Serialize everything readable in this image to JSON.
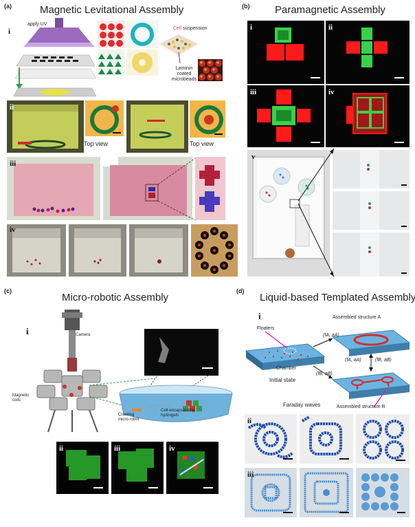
{
  "panels": {
    "a": {
      "label": "(a)",
      "title": "Magnetic Levitational Assembly",
      "sub": [
        "i",
        "ii",
        "iii",
        "iv"
      ],
      "annotations": {
        "apply_uv": "apply UV",
        "cell_word": "Cell",
        "suspension_word": " suspension",
        "laminin": "Laminin\ncoated\nmicrobeads",
        "top_view_1": "Top view",
        "top_view_2": "Top view"
      }
    },
    "b": {
      "label": "(b)",
      "title": "Paramagnetic Assembly",
      "sub": [
        "i",
        "ii",
        "iii",
        "iv",
        "v"
      ]
    },
    "c": {
      "label": "(c)",
      "title": "Micro-robotic Assembly",
      "sub": [
        "i",
        "ii",
        "iii",
        "iv"
      ],
      "annotations": {
        "camera": "Camera",
        "magnetic_coils": "Magnetic\ncoils",
        "crawling": "Crawling\nmicro-robot",
        "hydrogels": "Cell-encapsulating\nhydrogels"
      }
    },
    "d": {
      "label": "(d)",
      "title": "Liquid-based Templated Assembly",
      "sub": [
        "i",
        "ii",
        "iii"
      ],
      "annotations": {
        "floaters": "Floaters",
        "assembled_a": "Assembled structure A",
        "assembled_b": "Assembled structure B",
        "chamber": "Chamber",
        "initial_state": "Initial state",
        "faraday": "Faraday waves",
        "fa_aa_1": "(fA, aA)",
        "fa_aa_2": "(fA, aA)",
        "fb_ab_1": "(fB, aB)",
        "fb_ab_2": "(fB, aB)"
      }
    }
  },
  "colors": {
    "fluor_red": "#ff1a1a",
    "fluor_green": "#37d24a",
    "chamber_yellow": "#cfd86a",
    "pink_medium": "#e8a0b0",
    "blue_bead": "#1f4fae",
    "liquid_blue": "#5aa7d8",
    "faraday_pink": "#e6179a"
  }
}
